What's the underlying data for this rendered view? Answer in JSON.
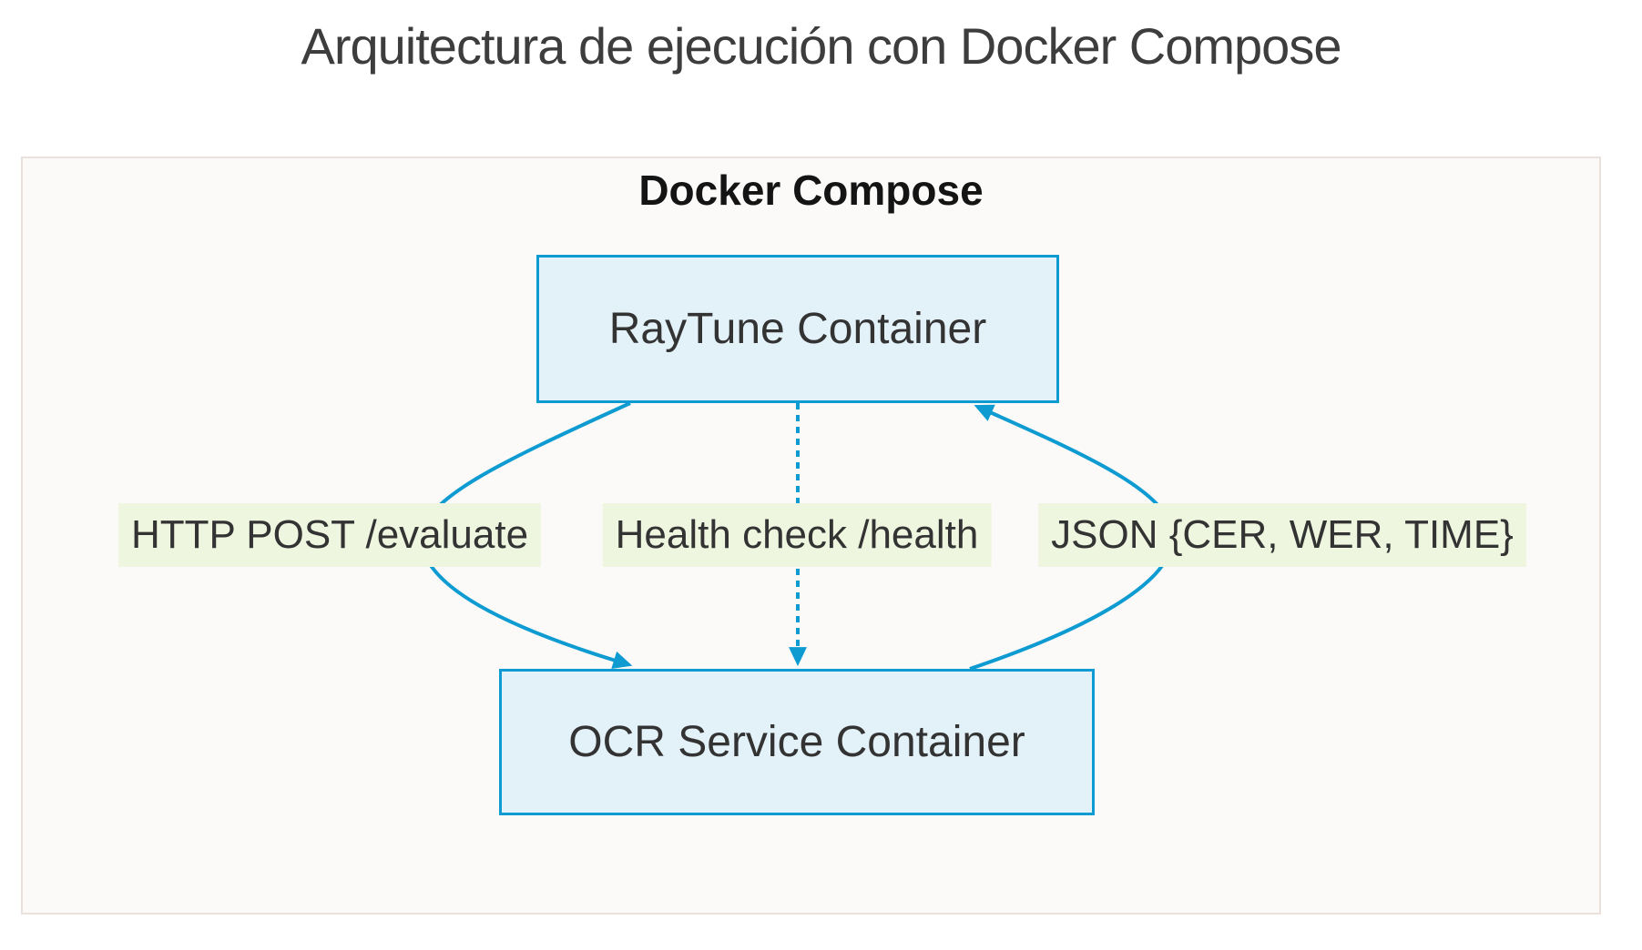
{
  "diagram": {
    "title": "Arquitectura de ejecución con Docker Compose",
    "cluster": {
      "label": "Docker Compose"
    },
    "nodes": {
      "raytune": {
        "label": "RayTune Container"
      },
      "ocr": {
        "label": "OCR Service Container"
      }
    },
    "edges": [
      {
        "label": "HTTP POST /evaluate",
        "from": "RayTune Container",
        "to": "OCR Service Container",
        "style": "solid"
      },
      {
        "label": "Health check /health",
        "from": "RayTune Container",
        "to": "OCR Service Container",
        "style": "dashed"
      },
      {
        "label": "JSON {CER, WER, TIME}",
        "from": "OCR Service Container",
        "to": "RayTune Container",
        "style": "solid"
      }
    ],
    "colors": {
      "edge_blue": "#0d9bd2",
      "node_fill": "#e3f1f9",
      "node_border": "#0d9bd2",
      "edge_label_bg": "#eef6e0",
      "cluster_bg": "#fbfaf8",
      "cluster_border": "#eae1dc",
      "text": "#333333"
    }
  }
}
